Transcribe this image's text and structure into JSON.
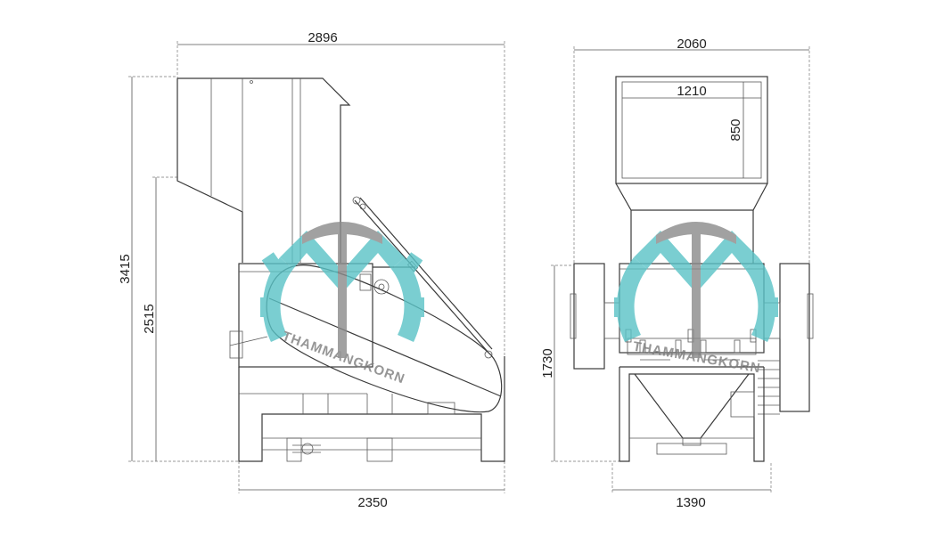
{
  "side_view": {
    "dim_top": "2896",
    "dim_bottom": "2350",
    "dim_left_outer": "3415",
    "dim_left_inner": "2515"
  },
  "front_view": {
    "dim_top": "2060",
    "dim_hopper_width": "1210",
    "dim_hopper_height": "850",
    "dim_left": "1730",
    "dim_bottom": "1390"
  },
  "watermark": {
    "text": "THAMMANGKORN",
    "gear_color": "#59c3c6",
    "t_color": "#8a8a8a"
  }
}
